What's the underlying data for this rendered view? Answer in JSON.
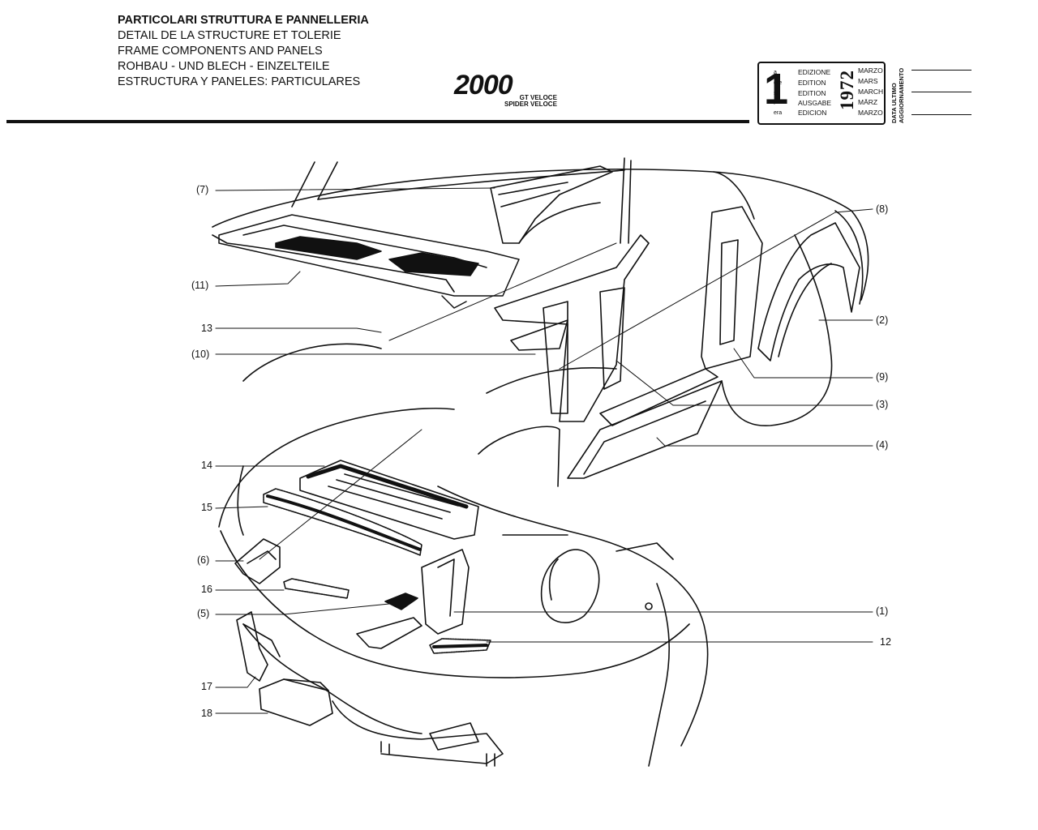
{
  "header": {
    "titles": [
      "PARTICOLARI STRUTTURA E PANNELLERIA",
      "DETAIL DE LA STRUCTURE ET TOLERIE",
      "FRAME COMPONENTS AND PANELS",
      "ROHBAU - UND BLECH - EINZELTEILE",
      "ESTRUCTURA Y PANELES: PARTICULARES"
    ],
    "logo": "2000",
    "logo_sub1": "GT VELOCE",
    "logo_sub2": "SPIDER VELOCE"
  },
  "edition": {
    "number": "1",
    "suffixes": [
      "a",
      "ere",
      "st",
      ".",
      "era"
    ],
    "languages": [
      "EDIZIONE",
      "EDITION",
      "EDITION",
      "AUSGABE",
      "EDICION"
    ],
    "year": "1972",
    "months": [
      "MARZO",
      "MARS",
      "MARCH",
      "MÄRZ",
      "MARZO"
    ],
    "update_label_1": "DATA ULTIMO",
    "update_label_2": "AGGIORNAMENTO"
  },
  "callouts": {
    "c7": "(7)",
    "c11": "(11)",
    "c13": "13",
    "c10": "(10)",
    "c8": "(8)",
    "c2": "(2)",
    "c9": "(9)",
    "c3": "(3)",
    "c4": "(4)",
    "c14": "14",
    "c15": "15",
    "c6": "(6)",
    "c16": "16",
    "c5": "(5)",
    "c1": "(1)",
    "c12": "12",
    "c17": "17",
    "c18": "18"
  }
}
